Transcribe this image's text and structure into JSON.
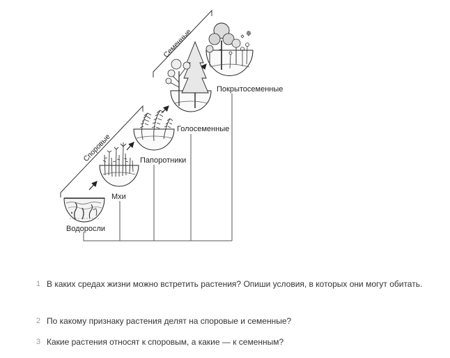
{
  "diagram": {
    "groups": {
      "spore": "Споровые",
      "seed": "Семенные"
    },
    "stages": [
      {
        "id": "algae",
        "label": "Водоросли"
      },
      {
        "id": "mosses",
        "label": "Мхи"
      },
      {
        "id": "ferns",
        "label": "Папоротники"
      },
      {
        "id": "gymnosperms",
        "label": "Голосеменные"
      },
      {
        "id": "angiosperms",
        "label": "Покрытосеменные"
      }
    ]
  },
  "questions": [
    {
      "num": "1",
      "text": "В каких средах жизни можно встретить растения? Опиши условия, в которых они могут обитать."
    },
    {
      "num": "2",
      "text": "По какому признаку растения делят на споровые и семенные?"
    },
    {
      "num": "3",
      "text": "Какие растения относят к споровым, а какие — к семенным?"
    }
  ]
}
